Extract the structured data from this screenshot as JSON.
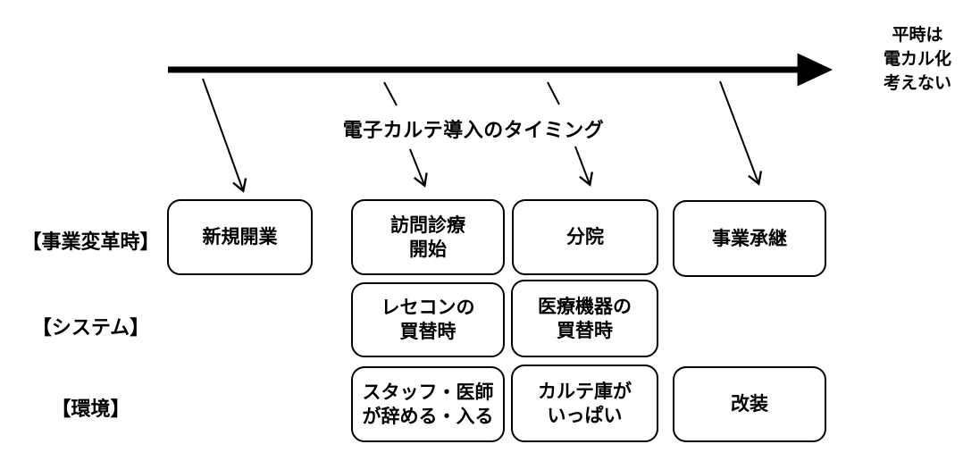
{
  "diagram": {
    "title": "電子カルテ導入のタイミング",
    "axis_note_lines": [
      "平時は",
      "電カル化",
      "考えない"
    ],
    "rows": [
      {
        "label": "【事業変革時】",
        "boxes": [
          {
            "id": "new-opening",
            "text": "新規開業"
          },
          {
            "id": "home-visit-start",
            "text": "訪問診療\n開始"
          },
          {
            "id": "branch-clinic",
            "text": "分院"
          },
          {
            "id": "business-succession",
            "text": "事業承継"
          }
        ]
      },
      {
        "label": "【システム】",
        "boxes": [
          {
            "id": "recepcon-replacement",
            "text": "レセコンの\n買替時"
          },
          {
            "id": "equipment-replacement",
            "text": "医療機器の\n買替時"
          }
        ]
      },
      {
        "label": "【環境】",
        "boxes": [
          {
            "id": "staff-turnover",
            "text": "スタッフ・医師\nが辞める・入る"
          },
          {
            "id": "chart-storage-full",
            "text": "カルテ庫が\nいっぱい"
          },
          {
            "id": "renovation",
            "text": "改装"
          }
        ]
      }
    ],
    "colors": {
      "ink": "#000000",
      "background": "#ffffff"
    }
  }
}
